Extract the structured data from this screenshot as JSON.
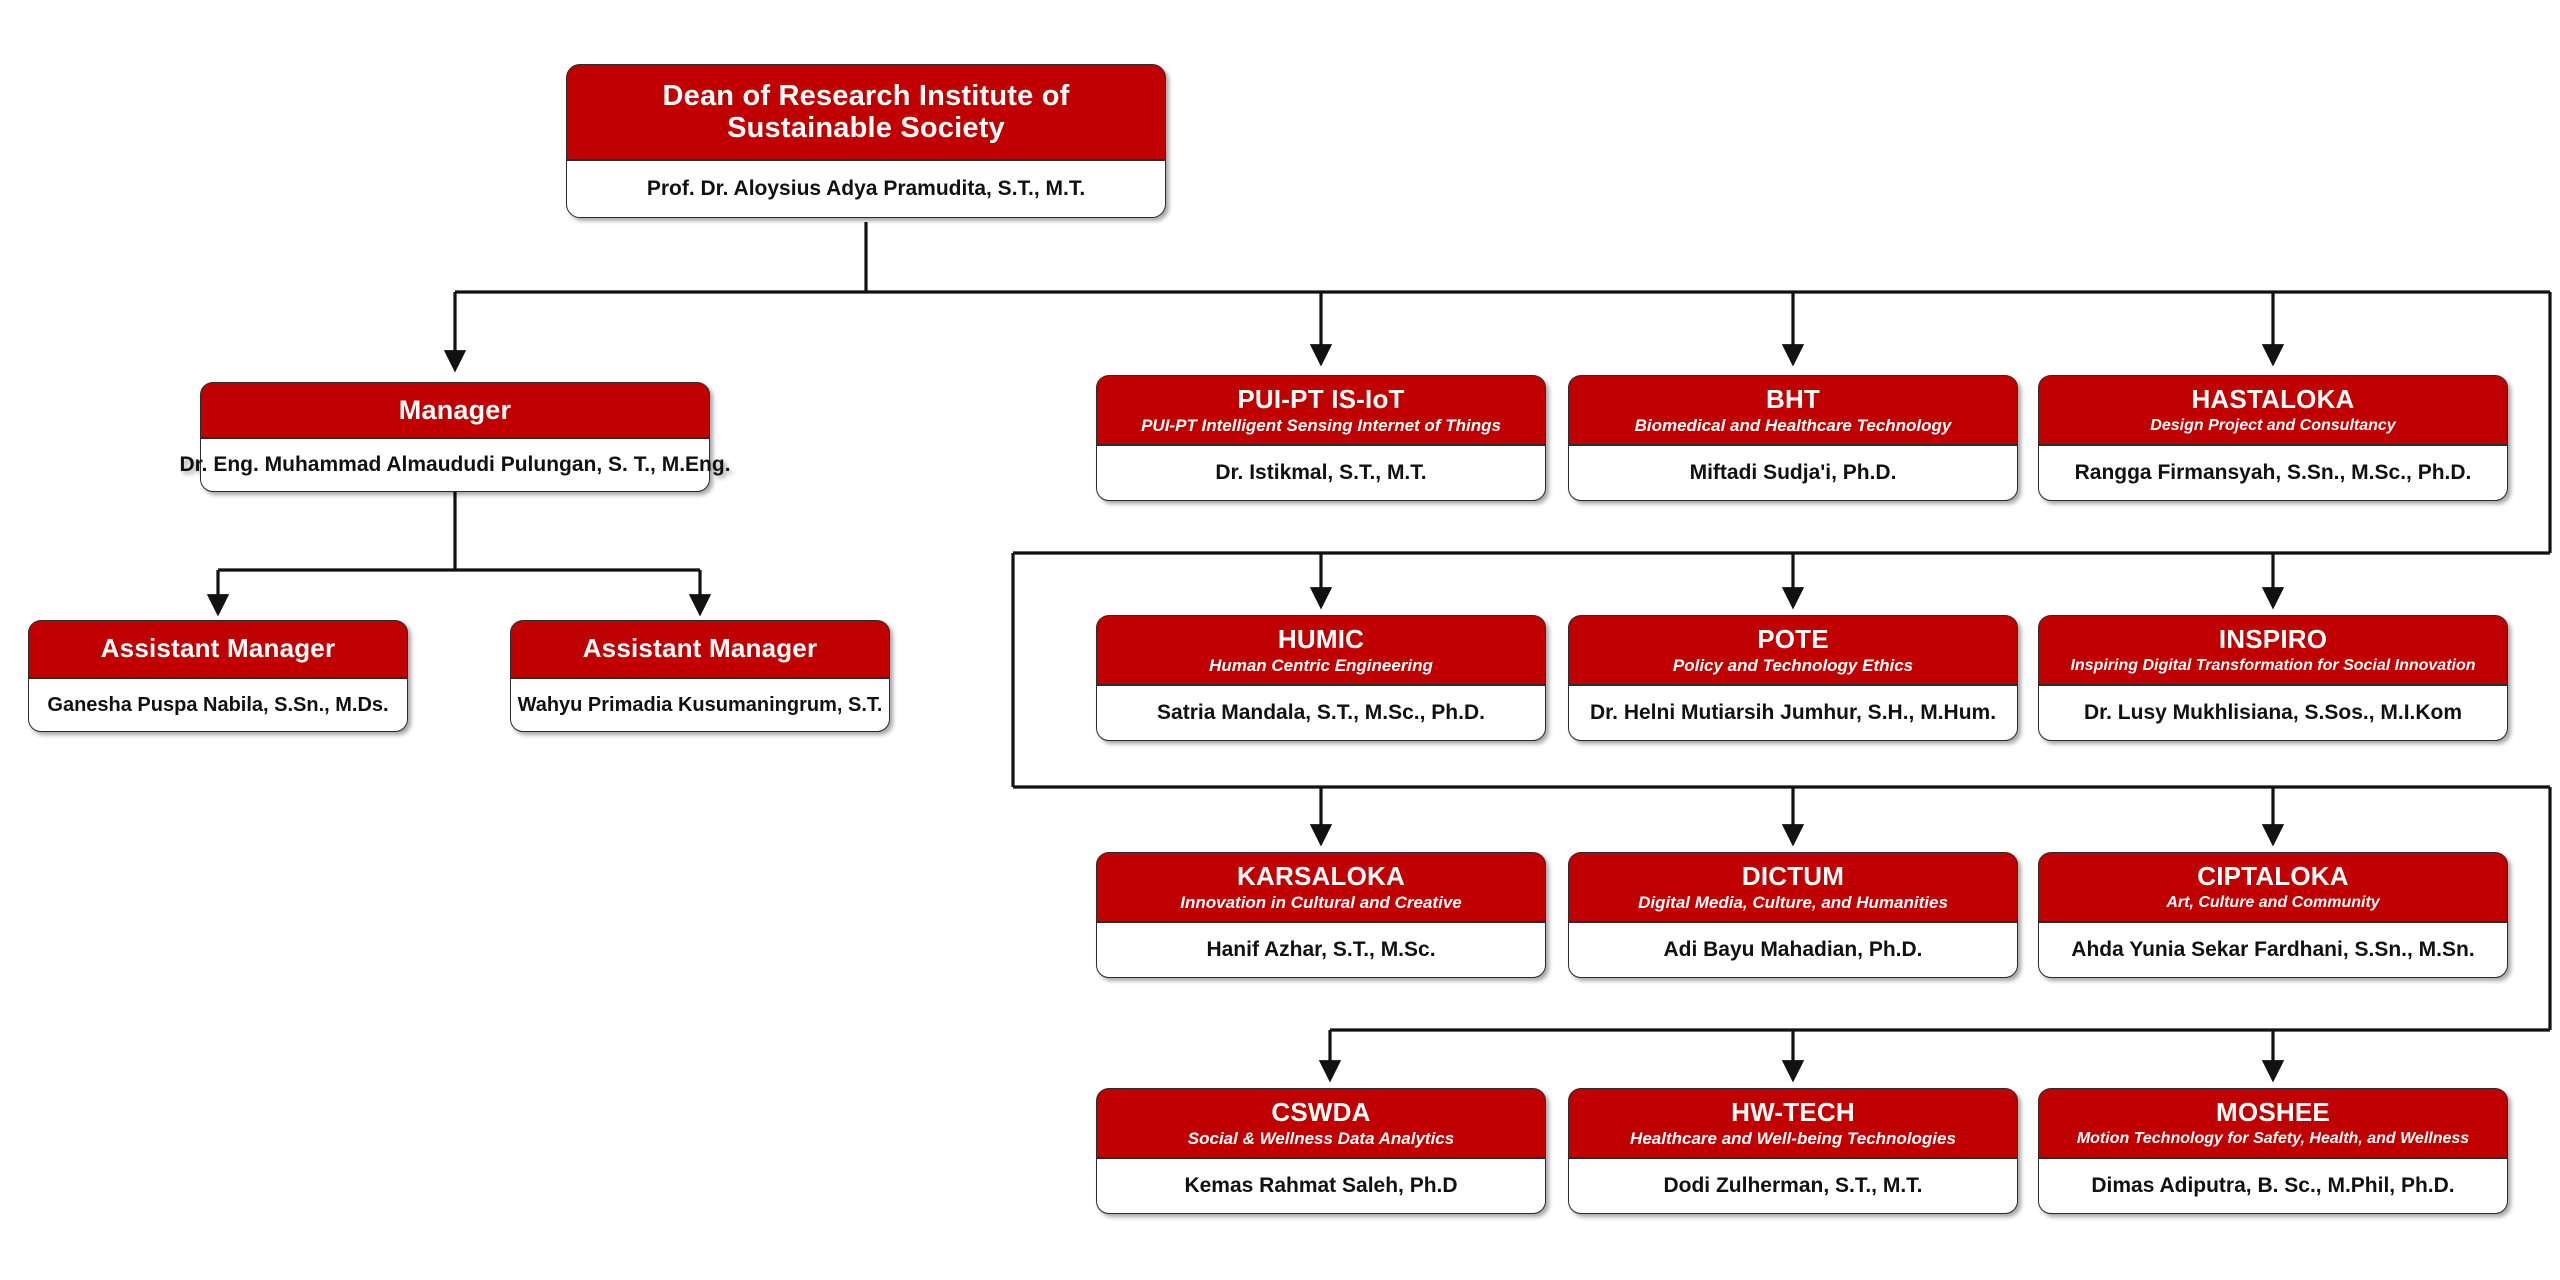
{
  "colors": {
    "brand_red": "#C00000",
    "box_border": "#2b2b2b",
    "text_dark": "#111111",
    "text_light": "#ffffff",
    "background": "#ffffff"
  },
  "chart_data": {
    "type": "diagram",
    "diagram_type": "organizational-chart",
    "orientation": "top-down",
    "root": "Dean of Research Institute of Sustainable Society",
    "edges": [
      {
        "from": "dean",
        "to": "manager"
      },
      {
        "from": "dean",
        "to": "pui-pt-is-iot"
      },
      {
        "from": "dean",
        "to": "bht"
      },
      {
        "from": "dean",
        "to": "hastaloka"
      },
      {
        "from": "dean",
        "to": "humic"
      },
      {
        "from": "dean",
        "to": "pote"
      },
      {
        "from": "dean",
        "to": "inspiro"
      },
      {
        "from": "dean",
        "to": "karsaloka"
      },
      {
        "from": "dean",
        "to": "dictum"
      },
      {
        "from": "dean",
        "to": "ciptaloka"
      },
      {
        "from": "dean",
        "to": "cswda"
      },
      {
        "from": "dean",
        "to": "hw-tech"
      },
      {
        "from": "dean",
        "to": "moshee"
      },
      {
        "from": "manager",
        "to": "assistant-manager-1"
      },
      {
        "from": "manager",
        "to": "assistant-manager-2"
      }
    ]
  },
  "nodes": {
    "dean": {
      "title": "Dean of Research Institute of\nSustainable Society",
      "title_line_1": "Dean of Research Institute of",
      "title_line_2": "Sustainable Society",
      "person": "Prof. Dr. Aloysius Adya Pramudita, S.T., M.T."
    },
    "manager": {
      "title": "Manager",
      "person": "Dr. Eng. Muhammad Almaududi Pulungan, S. T., M.Eng."
    },
    "assistant_manager_1": {
      "title": "Assistant Manager",
      "person": "Ganesha Puspa Nabila, S.Sn., M.Ds."
    },
    "assistant_manager_2": {
      "title": "Assistant Manager",
      "person": "Wahyu Primadia Kusumaningrum, S.T."
    }
  },
  "research_groups": [
    {
      "id": "pui-pt-is-iot",
      "acronym": "PUI-PT IS-IoT",
      "full_name": "PUI-PT Intelligent Sensing Internet of Things",
      "person": "Dr. Istikmal, S.T., M.T.",
      "row": 1,
      "col": 1
    },
    {
      "id": "bht",
      "acronym": "BHT",
      "full_name": "Biomedical and Healthcare Technology",
      "person": "Miftadi Sudja'i, Ph.D.",
      "row": 1,
      "col": 2
    },
    {
      "id": "hastaloka",
      "acronym": "HASTALOKA",
      "full_name": "Design Project and Consultancy",
      "person": "Rangga Firmansyah, S.Sn., M.Sc., Ph.D.",
      "row": 1,
      "col": 3
    },
    {
      "id": "humic",
      "acronym": "HUMIC",
      "full_name": "Human Centric Engineering",
      "person": "Satria Mandala, S.T., M.Sc., Ph.D.",
      "row": 2,
      "col": 1
    },
    {
      "id": "pote",
      "acronym": "POTE",
      "full_name": "Policy and Technology Ethics",
      "person": "Dr. Helni Mutiarsih Jumhur, S.H., M.Hum.",
      "row": 2,
      "col": 2
    },
    {
      "id": "inspiro",
      "acronym": "INSPIRO",
      "full_name": "Inspiring Digital Transformation for Social Innovation",
      "person": "Dr. Lusy Mukhlisiana, S.Sos., M.I.Kom",
      "row": 2,
      "col": 3
    },
    {
      "id": "karsaloka",
      "acronym": "KARSALOKA",
      "full_name": "Innovation in Cultural and Creative",
      "person": "Hanif Azhar, S.T., M.Sc.",
      "row": 3,
      "col": 1
    },
    {
      "id": "dictum",
      "acronym": "DICTUM",
      "full_name": "Digital Media, Culture, and Humanities",
      "person": "Adi Bayu Mahadian, Ph.D.",
      "row": 3,
      "col": 2
    },
    {
      "id": "ciptaloka",
      "acronym": "CIPTALOKA",
      "full_name": "Art, Culture and Community",
      "person": "Ahda Yunia Sekar Fardhani, S.Sn., M.Sn.",
      "row": 3,
      "col": 3
    },
    {
      "id": "cswda",
      "acronym": "CSWDA",
      "full_name": "Social & Wellness Data Analytics",
      "person": "Kemas Rahmat Saleh, Ph.D",
      "row": 4,
      "col": 1
    },
    {
      "id": "hw-tech",
      "acronym": "HW-TECH",
      "full_name": "Healthcare and Well-being Technologies",
      "person": "Dodi Zulherman, S.T., M.T.",
      "row": 4,
      "col": 2
    },
    {
      "id": "moshee",
      "acronym": "MOSHEE",
      "full_name": "Motion Technology for Safety, Health, and Wellness",
      "person": "Dimas Adiputra, B. Sc., M.Phil, Ph.D.",
      "row": 4,
      "col": 3
    }
  ]
}
